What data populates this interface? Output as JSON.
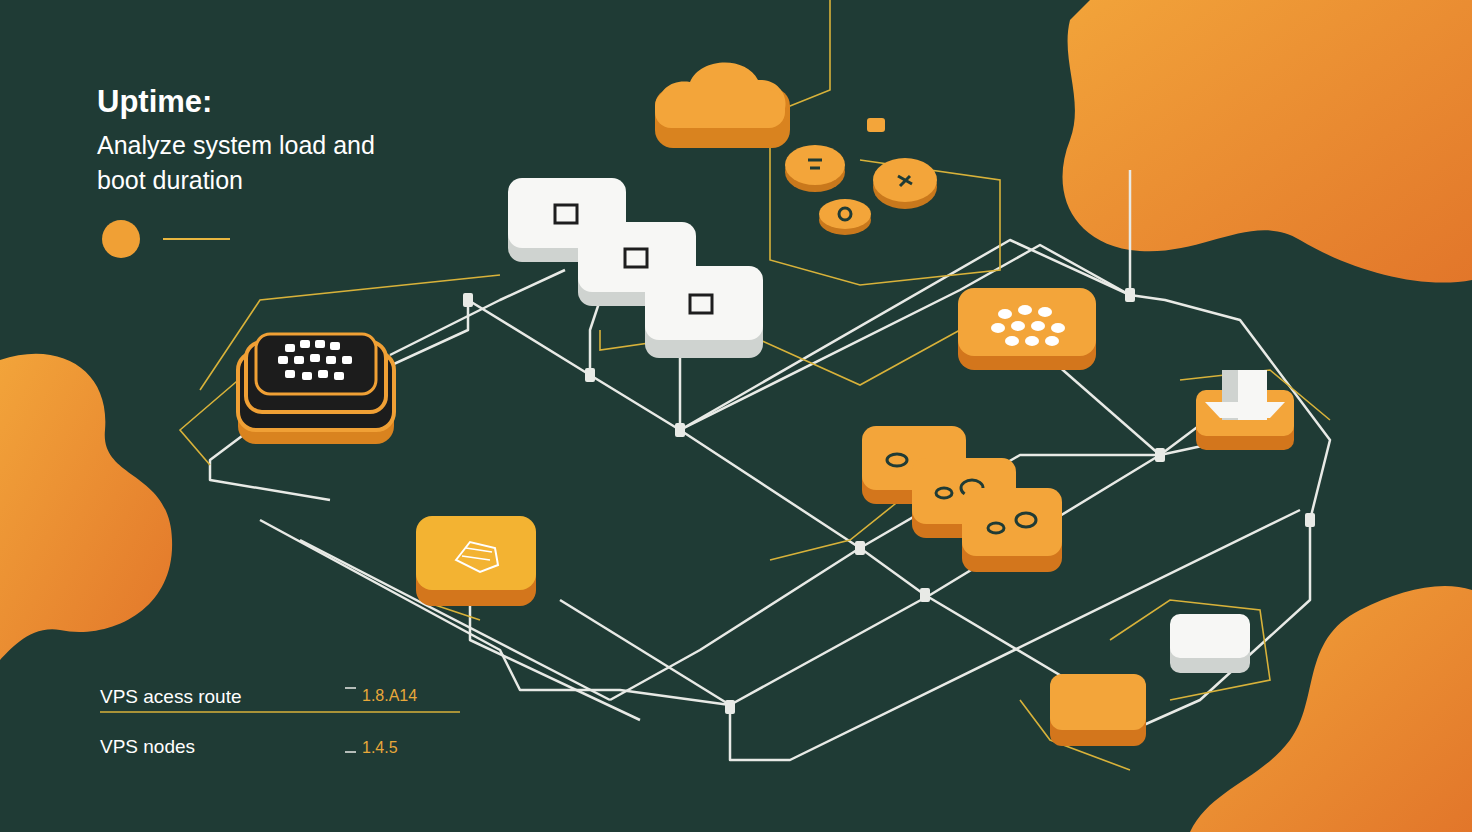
{
  "diagram": {
    "title": "Uptime:",
    "labels": [
      "Analyze system load and boot duration",
      "VPS acess route",
      "1.8.A14",
      "VPS nodes",
      "1.4.5"
    ]
  }
}
